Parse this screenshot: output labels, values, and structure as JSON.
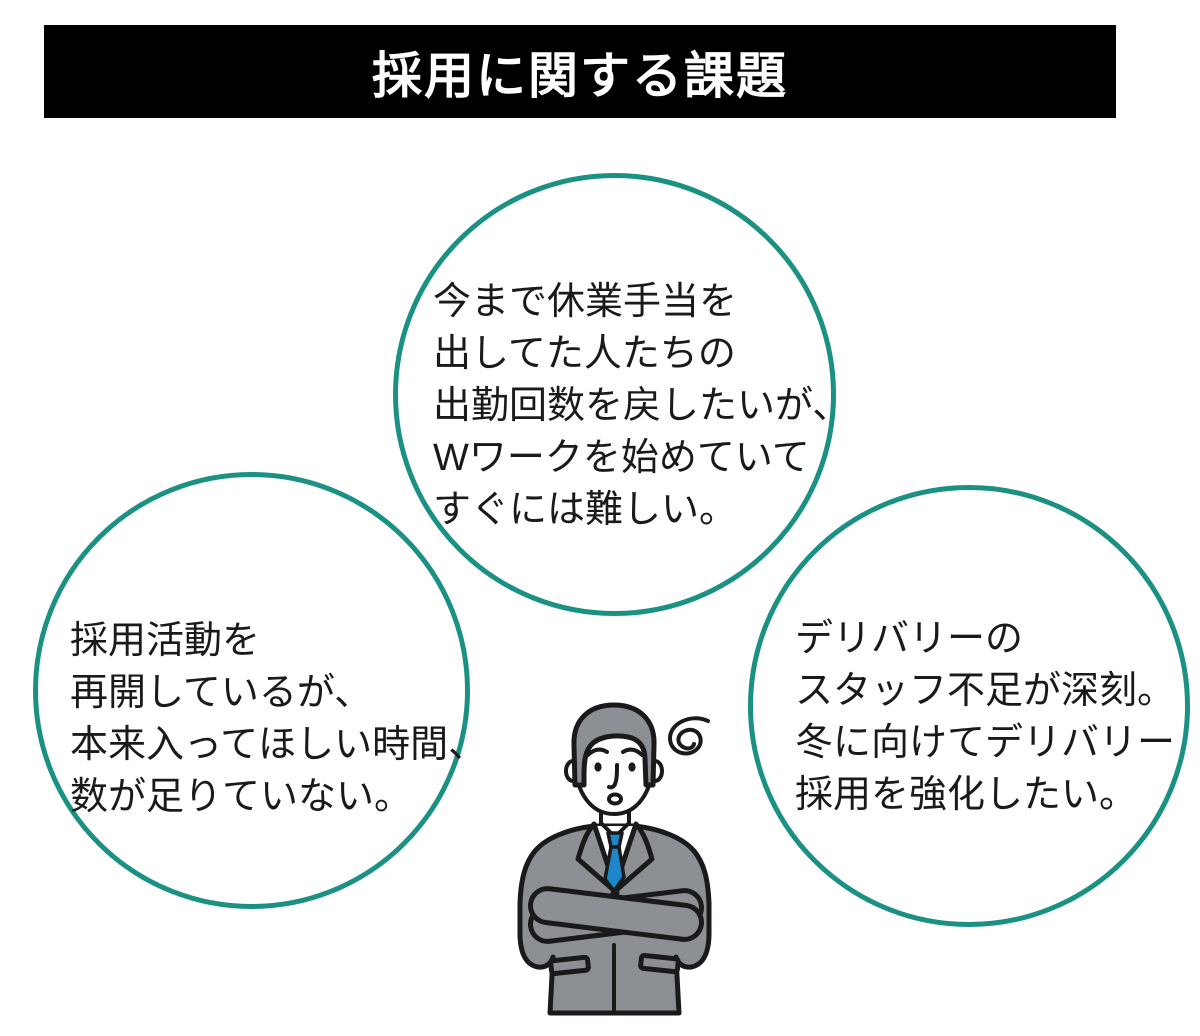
{
  "header": {
    "title": "採用に関する課題"
  },
  "colors": {
    "banner_bg": "#000000",
    "banner_text": "#ffffff",
    "circle_border": "#1b9183",
    "text": "#1a1a1a",
    "outline": "#1a1a1a",
    "suit_gray": "#8c9094",
    "tie_blue": "#1e87c9"
  },
  "circles": [
    {
      "position": "top",
      "lines": [
        "今まで休業手当を",
        "出してた人たちの",
        "出勤回数を戻したいが、",
        "Wワークを始めていて",
        "すぐには難しい。"
      ]
    },
    {
      "position": "left",
      "lines": [
        "採用活動を",
        "再開しているが、",
        "本来入ってほしい時間、",
        "数が足りていない。"
      ]
    },
    {
      "position": "right",
      "lines": [
        "デリバリーの",
        "スタッフ不足が深刻。",
        "冬に向けてデリバリー",
        "採用を強化したい。"
      ]
    }
  ],
  "illustration": {
    "name": "worried-businessman-arms-crossed"
  }
}
